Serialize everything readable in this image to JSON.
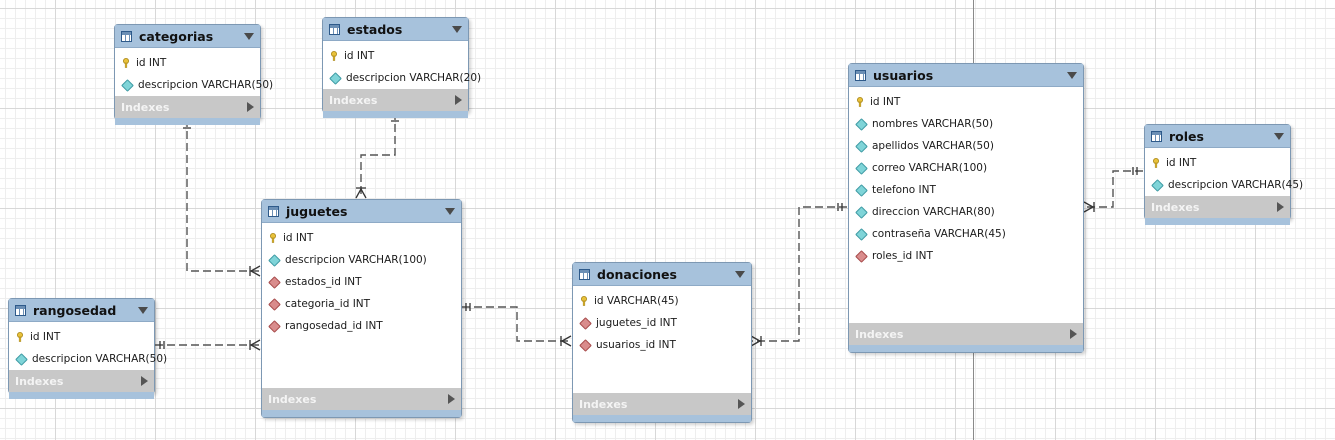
{
  "indexes_label": "Indexes",
  "colors": {
    "header": "#a7c2dc",
    "indexes_bar": "#c8c8c8",
    "pk_icon": "#e8c13a",
    "column_icon": "#7fd4d8",
    "fk_icon": "#d98c8c",
    "connector": "#555555"
  },
  "tables": {
    "categorias": {
      "name": "categorias",
      "columns": [
        {
          "text": "id INT",
          "icon": "key-icon"
        },
        {
          "text": "descripcion VARCHAR(50)",
          "icon": "column-diamond-icon"
        }
      ]
    },
    "estados": {
      "name": "estados",
      "columns": [
        {
          "text": "id INT",
          "icon": "key-icon"
        },
        {
          "text": "descripcion VARCHAR(20)",
          "icon": "column-diamond-icon"
        }
      ]
    },
    "juguetes": {
      "name": "juguetes",
      "columns": [
        {
          "text": "id INT",
          "icon": "key-icon"
        },
        {
          "text": "descripcion VARCHAR(100)",
          "icon": "column-diamond-icon"
        },
        {
          "text": "estados_id INT",
          "icon": "foreign-key-diamond-icon"
        },
        {
          "text": "categoria_id INT",
          "icon": "foreign-key-diamond-icon"
        },
        {
          "text": "rangosedad_id INT",
          "icon": "foreign-key-diamond-icon"
        }
      ]
    },
    "rangosedad": {
      "name": "rangosedad",
      "columns": [
        {
          "text": "id INT",
          "icon": "key-icon"
        },
        {
          "text": "descripcion VARCHAR(50)",
          "icon": "column-diamond-icon"
        }
      ]
    },
    "donaciones": {
      "name": "donaciones",
      "columns": [
        {
          "text": "id VARCHAR(45)",
          "icon": "key-icon"
        },
        {
          "text": "juguetes_id INT",
          "icon": "foreign-key-diamond-icon"
        },
        {
          "text": "usuarios_id INT",
          "icon": "foreign-key-diamond-icon"
        }
      ]
    },
    "usuarios": {
      "name": "usuarios",
      "columns": [
        {
          "text": "id INT",
          "icon": "key-icon"
        },
        {
          "text": "nombres VARCHAR(50)",
          "icon": "column-diamond-icon"
        },
        {
          "text": "apellidos VARCHAR(50)",
          "icon": "column-diamond-icon"
        },
        {
          "text": "correo VARCHAR(100)",
          "icon": "column-diamond-icon"
        },
        {
          "text": "telefono INT",
          "icon": "column-diamond-icon"
        },
        {
          "text": "direccion VARCHAR(80)",
          "icon": "column-diamond-icon"
        },
        {
          "text": "contraseña VARCHAR(45)",
          "icon": "column-diamond-icon"
        },
        {
          "text": "roles_id INT",
          "icon": "foreign-key-diamond-icon"
        }
      ]
    },
    "roles": {
      "name": "roles",
      "columns": [
        {
          "text": "id INT",
          "icon": "key-icon"
        },
        {
          "text": "descripcion VARCHAR(45)",
          "icon": "column-diamond-icon"
        }
      ]
    }
  },
  "relationships": [
    {
      "from": "categorias",
      "to": "juguetes",
      "type": "one-to-many"
    },
    {
      "from": "estados",
      "to": "juguetes",
      "type": "one-to-many"
    },
    {
      "from": "rangosedad",
      "to": "juguetes",
      "type": "one-to-many"
    },
    {
      "from": "juguetes",
      "to": "donaciones",
      "type": "one-to-many"
    },
    {
      "from": "usuarios",
      "to": "donaciones",
      "type": "one-to-many"
    },
    {
      "from": "roles",
      "to": "usuarios",
      "type": "one-to-many"
    }
  ]
}
